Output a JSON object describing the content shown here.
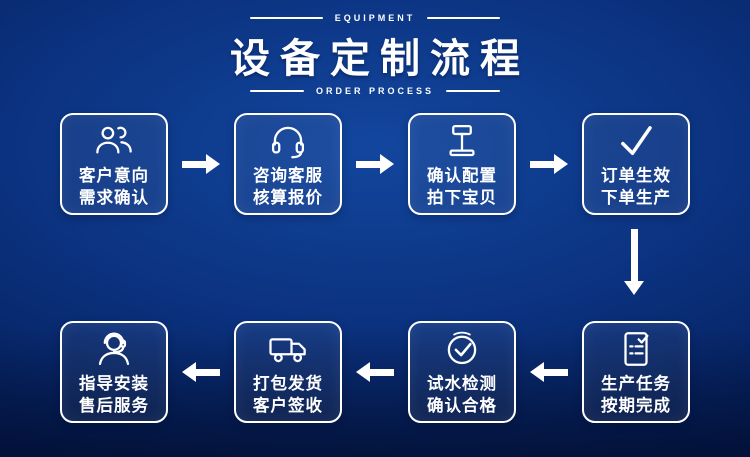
{
  "colors": {
    "background_center": "#12469e",
    "background_edge": "#041d58",
    "box_border": "#ffffff",
    "text": "#ffffff"
  },
  "header": {
    "top_label": "EQUIPMENT",
    "title": "设备定制流程",
    "bottom_label": "ORDER PROCESS"
  },
  "flow": {
    "steps": [
      {
        "icon": "customers-icon",
        "line1": "客户意向",
        "line2": "需求确认"
      },
      {
        "icon": "headset-icon",
        "line1": "咨询客服",
        "line2": "核算报价"
      },
      {
        "icon": "gavel-icon",
        "line1": "确认配置",
        "line2": "拍下宝贝"
      },
      {
        "icon": "check-icon",
        "line1": "订单生效",
        "line2": "下单生产"
      },
      {
        "icon": "task-list-icon",
        "line1": "生产任务",
        "line2": "按期完成"
      },
      {
        "icon": "double-check-icon",
        "line1": "试水检测",
        "line2": "确认合格"
      },
      {
        "icon": "truck-icon",
        "line1": "打包发货",
        "line2": "客户签收"
      },
      {
        "icon": "support-agent-icon",
        "line1": "指导安装",
        "line2": "售后服务"
      }
    ]
  }
}
